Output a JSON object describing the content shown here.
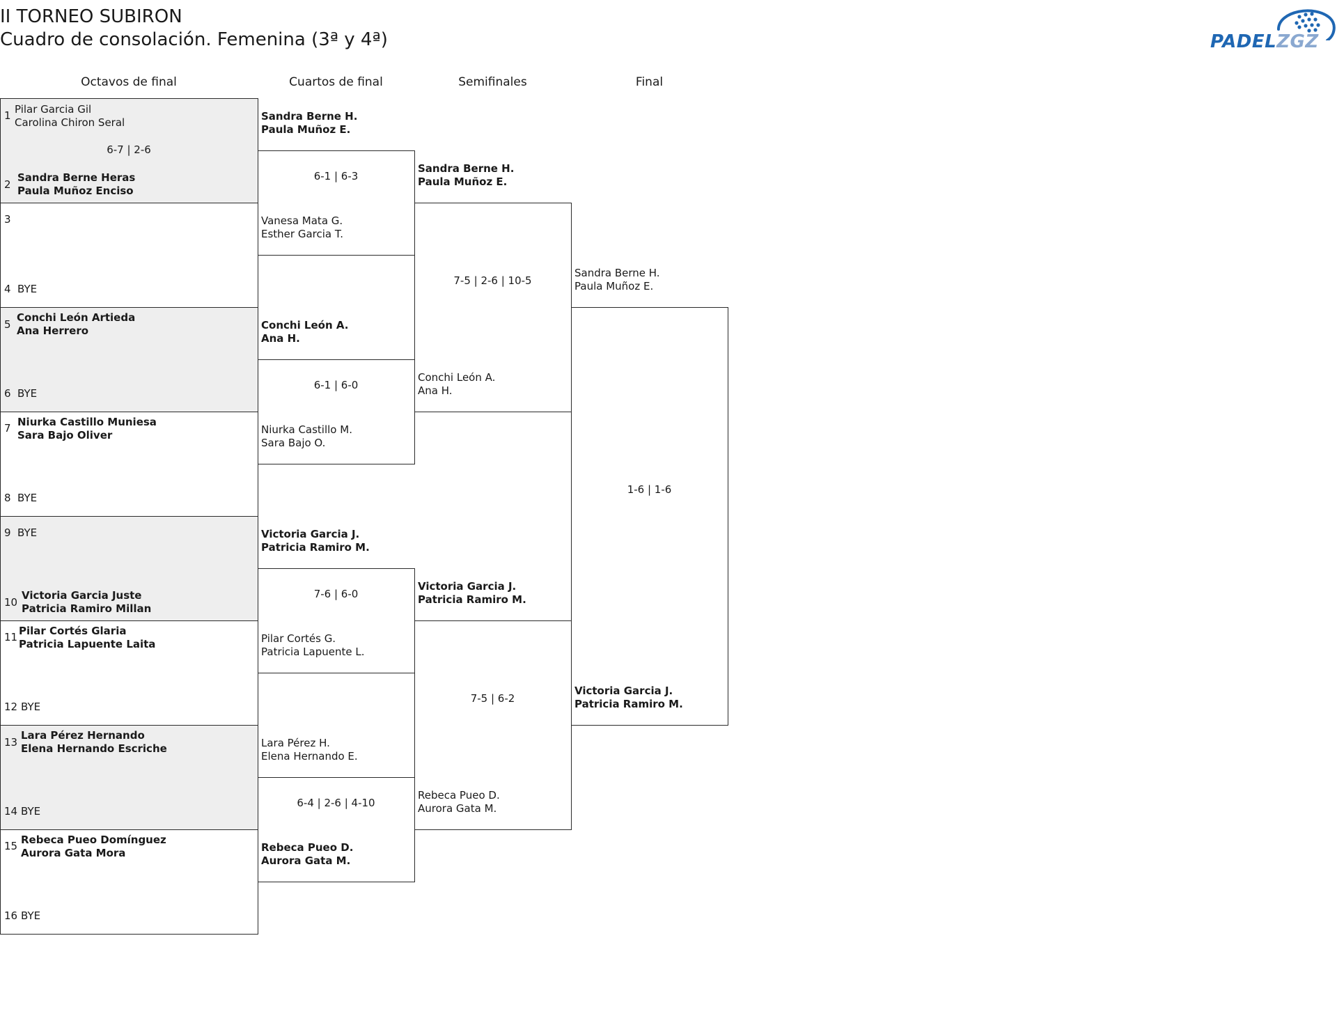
{
  "header": {
    "title": "II TORNEO SUBIRON",
    "subtitle": "Cuadro de consolación. Femenina (3ª y 4ª)"
  },
  "logo": {
    "text_a": "PADEL",
    "text_b": "ZGZ",
    "color_primary": "#1f67b3",
    "color_secondary": "#8aa8d0"
  },
  "rounds": [
    "Octavos de final",
    "Cuartos de final",
    "Semifinales",
    "Final"
  ],
  "r16": {
    "seeds": [
      "1",
      "2",
      "3",
      "4",
      "5",
      "6",
      "7",
      "8",
      "9",
      "10",
      "11",
      "12",
      "13",
      "14",
      "15",
      "16"
    ],
    "p1": {
      "a": "Pilar Garcia Gil",
      "b": "Carolina Chiron Seral"
    },
    "p2": {
      "a": "Sandra Berne Heras",
      "b": "Paula Muñoz Enciso"
    },
    "p4": "BYE",
    "p5": {
      "a": "Conchi León Artieda",
      "b": "Ana Herrero"
    },
    "p6": "BYE",
    "p7": {
      "a": "Niurka Castillo Muniesa",
      "b": "Sara Bajo Oliver"
    },
    "p8": "BYE",
    "p9": "BYE",
    "p10": {
      "a": "Victoria Garcia Juste",
      "b": "Patricia Ramiro Millan"
    },
    "p11": {
      "a": "Pilar Cortés Glaria",
      "b": "Patricia Lapuente Laita"
    },
    "p12": "BYE",
    "p13": {
      "a": "Lara Pérez Hernando",
      "b": "Elena Hernando Escriche"
    },
    "p14": "BYE",
    "p15": {
      "a": "Rebeca Pueo Domínguez",
      "b": "Aurora Gata Mora"
    },
    "p16": "BYE",
    "score1": "6-7 | 2-6"
  },
  "qf": {
    "w1": {
      "a": "Sandra Berne H.",
      "b": "Paula Muñoz E."
    },
    "w2": {
      "a": "Vanesa Mata G.",
      "b": "Esther Garcia T."
    },
    "w3": {
      "a": "Conchi León A.",
      "b": "Ana H."
    },
    "w4": {
      "a": "Niurka Castillo M.",
      "b": "Sara Bajo O."
    },
    "w5": {
      "a": "Victoria Garcia J.",
      "b": "Patricia Ramiro M."
    },
    "w6": {
      "a": "Pilar Cortés G.",
      "b": "Patricia Lapuente L."
    },
    "w7": {
      "a": "Lara Pérez H.",
      "b": "Elena Hernando E."
    },
    "w8": {
      "a": "Rebeca Pueo D.",
      "b": "Aurora Gata M."
    },
    "score1": "6-1 | 6-3",
    "score2": "6-1 | 6-0",
    "score3": "7-6 | 6-0",
    "score4": "6-4 | 2-6 | 4-10"
  },
  "sf": {
    "w1": {
      "a": "Sandra Berne H.",
      "b": "Paula Muñoz E."
    },
    "w2": {
      "a": "Conchi León A.",
      "b": "Ana H."
    },
    "w3": {
      "a": "Victoria Garcia J.",
      "b": "Patricia Ramiro M."
    },
    "w4": {
      "a": "Rebeca Pueo D.",
      "b": "Aurora Gata M."
    },
    "score1": "7-5 | 2-6 | 10-5",
    "score2": "7-5 | 6-2"
  },
  "final": {
    "w1": {
      "a": "Sandra Berne H.",
      "b": "Paula Muñoz E."
    },
    "w2": {
      "a": "Victoria Garcia J.",
      "b": "Patricia Ramiro M."
    },
    "score": "1-6 | 1-6"
  }
}
